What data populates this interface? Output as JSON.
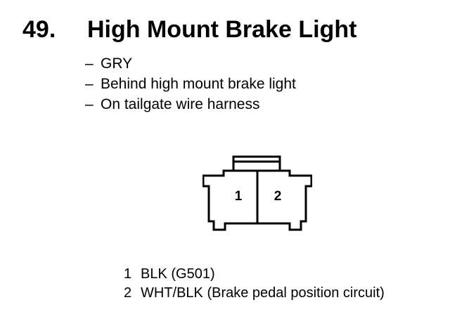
{
  "connector": {
    "number": "49.",
    "name": "High Mount Brake Light"
  },
  "notes": [
    {
      "dash": "–",
      "text": "GRY"
    },
    {
      "dash": "–",
      "text": "Behind high mount brake light"
    },
    {
      "dash": "–",
      "text": "On tailgate wire harness"
    }
  ],
  "pin_labels": [
    "1",
    "2"
  ],
  "pins": [
    {
      "number": "1",
      "description": "BLK (G501)"
    },
    {
      "number": "2",
      "description": "WHT/BLK (Brake pedal position circuit)"
    }
  ]
}
